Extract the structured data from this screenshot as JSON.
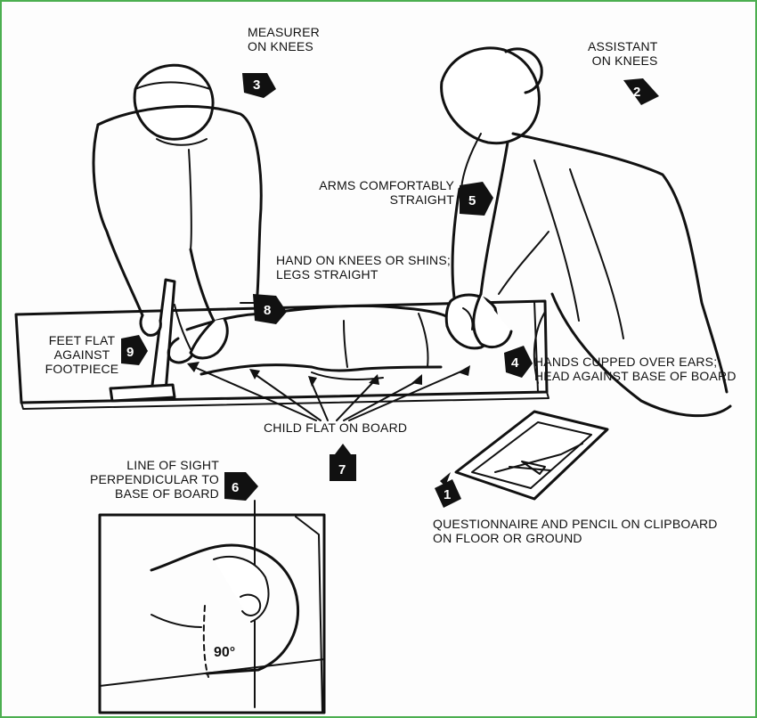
{
  "labels": {
    "measurer": [
      "MEASURER",
      "ON KNEES"
    ],
    "assistant": [
      "ASSISTANT",
      "ON KNEES"
    ],
    "arms": [
      "ARMS COMFORTABLY",
      "STRAIGHT"
    ],
    "hand_knees": [
      "HAND ON KNEES OR SHINS;",
      "LEGS STRAIGHT"
    ],
    "feet": [
      "FEET FLAT",
      "AGAINST",
      "FOOTPIECE"
    ],
    "hands_ears": [
      "HANDS CUPPED OVER EARS;",
      "HEAD AGAINST BASE OF BOARD"
    ],
    "child_flat": [
      "CHILD FLAT ON BOARD"
    ],
    "line_of_sight": [
      "LINE OF SIGHT",
      "PERPENDICULAR TO",
      "BASE OF BOARD"
    ],
    "questionnaire": [
      "QUESTIONNAIRE AND PENCIL ON CLIPBOARD",
      "ON FLOOR OR GROUND"
    ]
  },
  "badges": {
    "b1": "1",
    "b2": "2",
    "b3": "3",
    "b4": "4",
    "b5": "5",
    "b6": "6",
    "b7": "7",
    "b8": "8",
    "b9": "9"
  },
  "angle_label": "90°",
  "colors": {
    "ink": "#111111",
    "paper": "#fdfdfd",
    "border": "#4caf50"
  }
}
